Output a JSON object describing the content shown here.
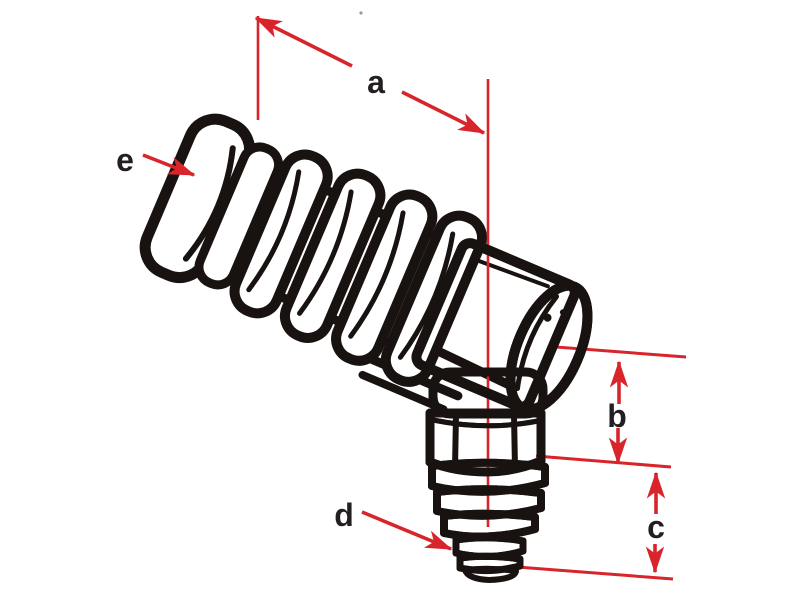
{
  "diagram": {
    "subject": "barbed-hose-fitting-dimension-diagram",
    "labels": {
      "a": "a",
      "b": "b",
      "c": "c",
      "d": "d",
      "e": "e"
    },
    "colors": {
      "dimension": "#d8242b",
      "ink": "#181310",
      "label": "#231f20",
      "background": "#ffffff",
      "artifact": "#9a9a9a"
    }
  }
}
